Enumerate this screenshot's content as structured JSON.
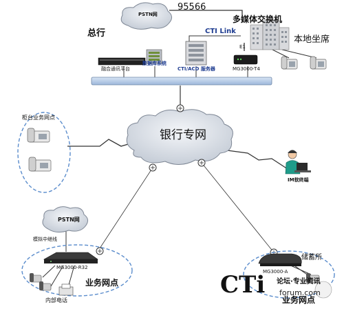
{
  "labels": {
    "pstn_top": "PSTN网",
    "hotline": "95566",
    "mm_switch": "多媒体交换机",
    "head_office": "总行",
    "cti_link": "CTI Link",
    "local_seats": "本地坐席",
    "e1": "E1",
    "fusion_platform": "融合通讯平台",
    "database_system": "数据库系统",
    "cti_acd_server": "CTI/ACD 服务器",
    "mg3000_t4": "MG3000-T4",
    "counter_branch": "柜台业务网点",
    "bank_network": "银行专网",
    "im_client": "IM软终端",
    "pstn_bottom": "PSTN网",
    "analog_trunk": "模拟中继线",
    "mg3000_r32": "MG3000-R32",
    "business_branch_left": "业务网点",
    "internal_phone": "内部电话",
    "savings": "储蓄所",
    "mg3000_a": "MG3000-A",
    "business_branch_right": "业务网点"
  },
  "watermark": {
    "logo": "CTi",
    "line1": "论坛·专业资讯",
    "line2": "forum.com"
  },
  "colors": {
    "cloud_fill": "#dde3ea",
    "cloud_stroke": "#7d8694",
    "backbone": "#b9cde6",
    "dash": "#5a8ccc",
    "label_blue": "#1e3c90"
  }
}
